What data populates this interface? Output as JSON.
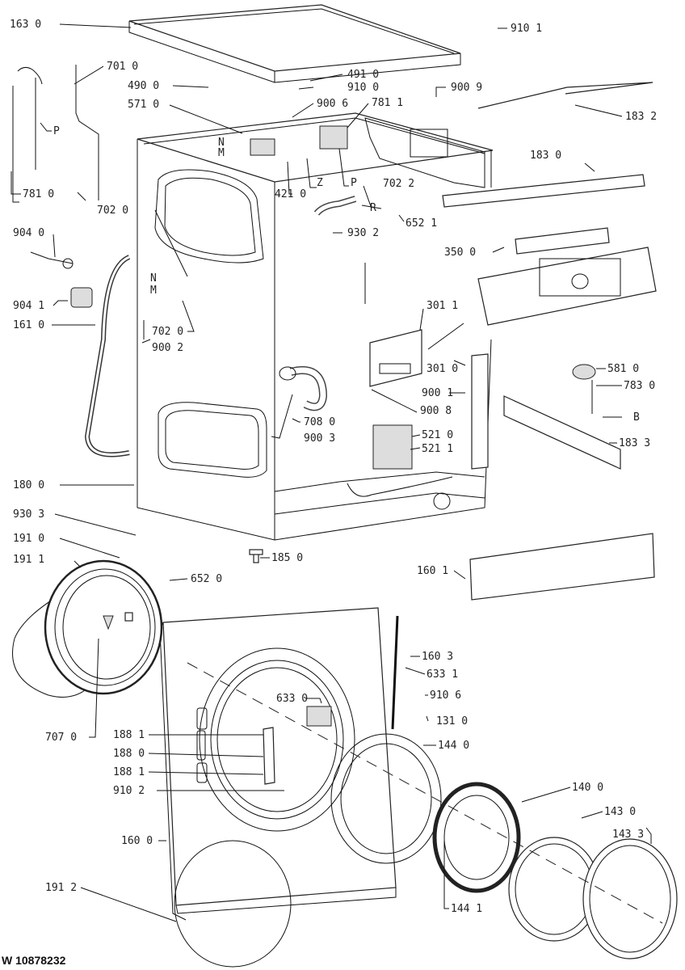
{
  "document_id": "W 10878232",
  "labels": [
    {
      "id": "l1630",
      "text": "163 0"
    },
    {
      "id": "l9101",
      "text": "910 1"
    },
    {
      "id": "l7010",
      "text": "701 0"
    },
    {
      "id": "l4900",
      "text": "490 0"
    },
    {
      "id": "l4910",
      "text": "491 0"
    },
    {
      "id": "l9100",
      "text": "910 0"
    },
    {
      "id": "l9009",
      "text": "900 9"
    },
    {
      "id": "l5710",
      "text": "571 0"
    },
    {
      "id": "l9006",
      "text": "900 6"
    },
    {
      "id": "l7811",
      "text": "781 1"
    },
    {
      "id": "l1832",
      "text": "183 2"
    },
    {
      "id": "lP1",
      "text": "P"
    },
    {
      "id": "lN1",
      "text": "N"
    },
    {
      "id": "lM1",
      "text": "M"
    },
    {
      "id": "l1830",
      "text": "183 0"
    },
    {
      "id": "lZ",
      "text": "Z"
    },
    {
      "id": "lP2",
      "text": "P"
    },
    {
      "id": "l7810",
      "text": "781 0"
    },
    {
      "id": "l4210",
      "text": "421 0"
    },
    {
      "id": "l7022",
      "text": "702 2"
    },
    {
      "id": "l7020",
      "text": "702 0"
    },
    {
      "id": "lR",
      "text": "R"
    },
    {
      "id": "l6521",
      "text": "652 1"
    },
    {
      "id": "l9040",
      "text": "904 0"
    },
    {
      "id": "l9302",
      "text": "930 2"
    },
    {
      "id": "l3500",
      "text": "350 0"
    },
    {
      "id": "lN2",
      "text": "N"
    },
    {
      "id": "lM2",
      "text": "M"
    },
    {
      "id": "l9041",
      "text": "904 1"
    },
    {
      "id": "l3011",
      "text": "301 1"
    },
    {
      "id": "l1610",
      "text": "161 0"
    },
    {
      "id": "l7021",
      "text": "702 0"
    },
    {
      "id": "l9002",
      "text": "900 2"
    },
    {
      "id": "l3010",
      "text": "301 0"
    },
    {
      "id": "l5810",
      "text": "581 0"
    },
    {
      "id": "l9001",
      "text": "900 1"
    },
    {
      "id": "l7830",
      "text": "783 0"
    },
    {
      "id": "l9008",
      "text": "900 8"
    },
    {
      "id": "lB",
      "text": "B"
    },
    {
      "id": "l7080",
      "text": "708 0"
    },
    {
      "id": "l5210",
      "text": "521 0"
    },
    {
      "id": "l9003",
      "text": "900 3"
    },
    {
      "id": "l5211",
      "text": "521 1"
    },
    {
      "id": "l1833",
      "text": "183 3"
    },
    {
      "id": "l1800",
      "text": "180 0"
    },
    {
      "id": "l9303",
      "text": "930 3"
    },
    {
      "id": "l1910",
      "text": "191 0"
    },
    {
      "id": "l1850",
      "text": "185 0"
    },
    {
      "id": "l1911",
      "text": "191 1"
    },
    {
      "id": "l1601",
      "text": "160 1"
    },
    {
      "id": "l6520",
      "text": "652 0"
    },
    {
      "id": "l1603",
      "text": "160 3"
    },
    {
      "id": "l6331",
      "text": "633 1"
    },
    {
      "id": "l6330",
      "text": "633 0"
    },
    {
      "id": "l9106",
      "text": "910 6"
    },
    {
      "id": "l1310",
      "text": "131 0"
    },
    {
      "id": "l7070",
      "text": "707 0"
    },
    {
      "id": "l1881",
      "text": "188 1"
    },
    {
      "id": "l1440",
      "text": "144 0"
    },
    {
      "id": "l1880",
      "text": "188 0"
    },
    {
      "id": "l1882",
      "text": "188 1"
    },
    {
      "id": "l9102",
      "text": "910 2"
    },
    {
      "id": "l1400",
      "text": "140 0"
    },
    {
      "id": "l1430",
      "text": "143 0"
    },
    {
      "id": "l1600",
      "text": "160 0"
    },
    {
      "id": "l1433",
      "text": "143 3"
    },
    {
      "id": "l1912",
      "text": "191 2"
    },
    {
      "id": "l1441",
      "text": "144 1"
    }
  ]
}
